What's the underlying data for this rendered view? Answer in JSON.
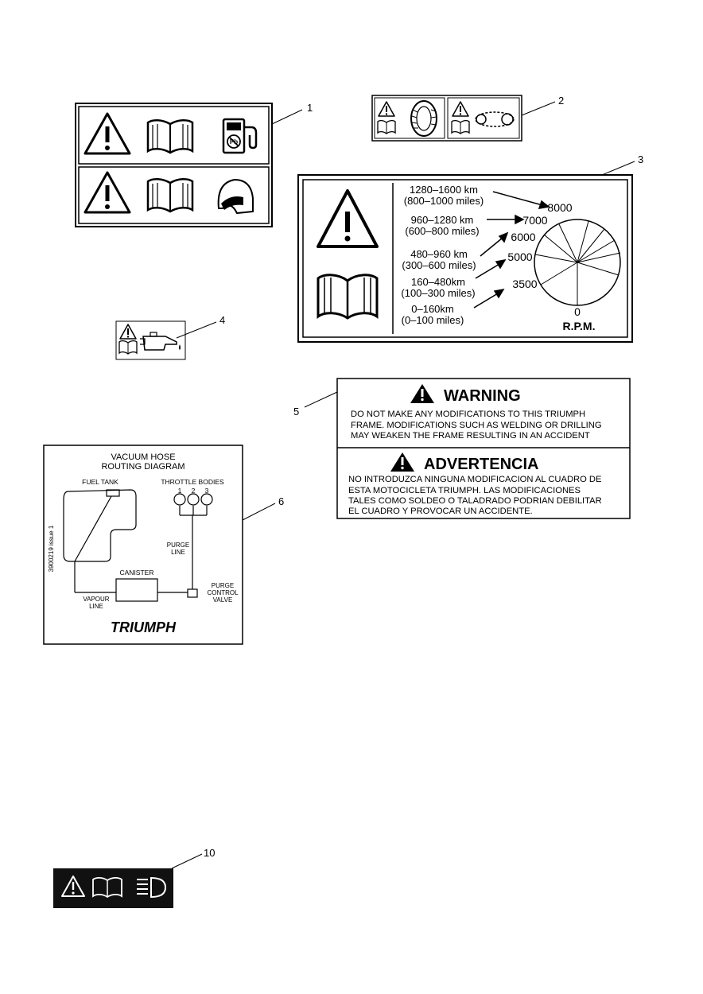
{
  "callouts": {
    "c1": "1",
    "c2": "2",
    "c3": "3",
    "c4": "4",
    "c5": "5",
    "c6": "6",
    "c10": "10"
  },
  "label3": {
    "mileage": [
      [
        "1280–1600 km",
        "(800–1000 miles)"
      ],
      [
        "960–1280 km",
        "(600–800 miles)"
      ],
      [
        "480–960 km",
        "(300–600 miles)"
      ],
      [
        "160–480km",
        "(100–300 miles)"
      ],
      [
        "0–160km",
        "(0–100 miles)"
      ]
    ],
    "rpm": [
      "8000",
      "7000",
      "6000",
      "5000",
      "3500",
      "0"
    ],
    "rpm_label": "R.P.M."
  },
  "label5": {
    "warning_title": "WARNING",
    "warning_lines": [
      "DO  NOT MAKE ANY MODIFICATIONS TO THIS TRIUMPH",
      "FRAME.  MODIFICATIONS SUCH AS WELDING OR DRILLING",
      "MAY WEAKEN THE FRAME RESULTING IN AN ACCIDENT"
    ],
    "advertencia_title": "ADVERTENCIA",
    "advertencia_lines": [
      "NO INTRODUZCA NINGUNA MODIFICACION AL CUADRO DE",
      "ESTA MOTOCICLETA TRIUMPH.  LAS MODIFICACIONES",
      "TALES COMO SOLDEO O TALADRADO PODRIAN DEBILITAR",
      "EL CUADRO Y PROVOCAR UN ACCIDENTE."
    ]
  },
  "label6": {
    "title_line1": "VACUUM HOSE",
    "title_line2": "ROUTING DIAGRAM",
    "fuel_tank": "FUEL TANK",
    "throttle_bodies": "THROTTLE BODIES",
    "tb_numbers": [
      "1",
      "2",
      "3"
    ],
    "purge_line": [
      "PURGE",
      "LINE"
    ],
    "canister": "CANISTER",
    "vapour_line": [
      "VAPOUR",
      "LINE"
    ],
    "purge_valve": [
      "PURGE",
      "CONTROL",
      "VALVE"
    ],
    "issue": "3900219 issue 1",
    "brand": "TRIUMPH"
  }
}
